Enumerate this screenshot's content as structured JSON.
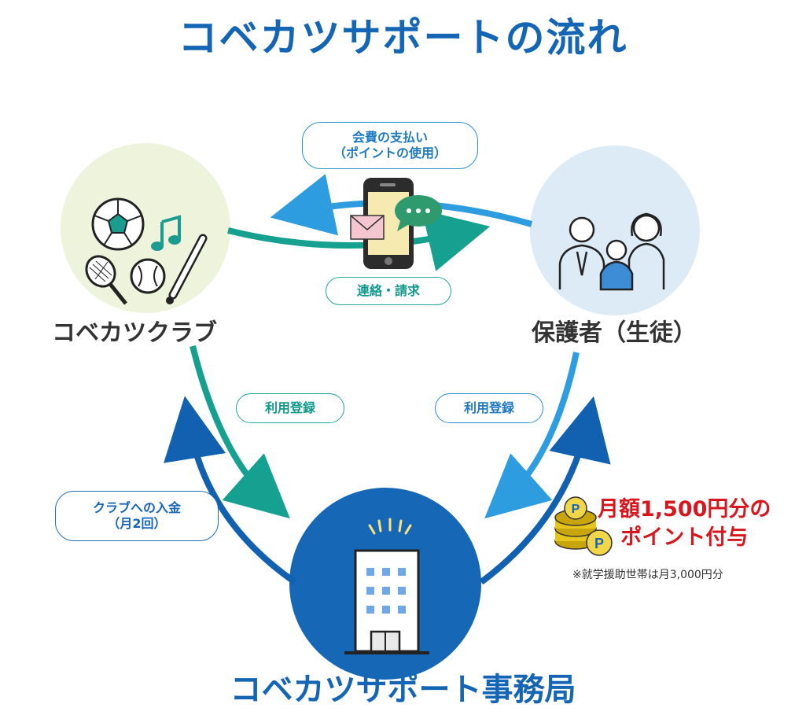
{
  "title": "コベカツサポートの流れ",
  "nodes": {
    "club": "コベカツクラブ",
    "guardian": "保護者（生徒）",
    "office": "コベカツサポート事務局"
  },
  "labels": {
    "payment_line1": "会費の支払い",
    "payment_line2": "（ポイントの使用）",
    "contact": "連絡・請求",
    "register_left": "利用登録",
    "register_right": "利用登録",
    "deposit_line1": "クラブへの入金",
    "deposit_line2": "（月2回）"
  },
  "bonus": {
    "line1": "月額1,500円分の",
    "line2": "ポイント付与",
    "note": "※就学援助世帯は月3,000円分"
  },
  "icons": [
    "soccer-ball-icon",
    "music-note-icon",
    "tennis-racket-icon",
    "baseball-icon",
    "bat-icon",
    "family-icon",
    "smartphone-icon",
    "mail-icon",
    "chat-bubble-icon",
    "office-building-icon",
    "coin-stack-icon"
  ],
  "colors": {
    "title": "#1565b5",
    "teal": "#11998e",
    "blue": "#1f7ac4",
    "red": "#d6181e"
  }
}
